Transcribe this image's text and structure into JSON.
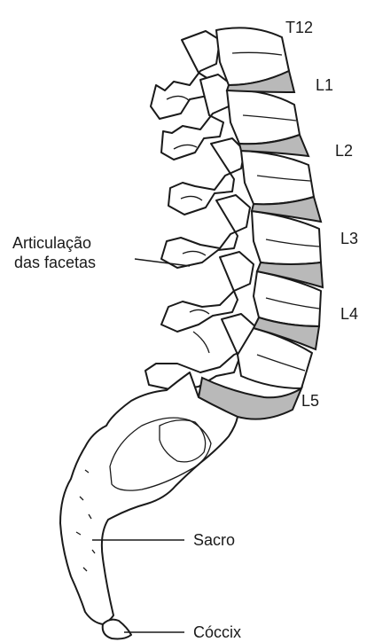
{
  "labels": {
    "t12": "T12",
    "l1": "L1",
    "l2": "L2",
    "l3": "L3",
    "l4": "L4",
    "l5": "L5",
    "facet_line1": "Articulação",
    "facet_line2": "das facetas",
    "sacrum": "Sacro",
    "coccyx": "Cóccix"
  },
  "colors": {
    "line": "#1a1a1a",
    "disc_fill": "#b9b9b9",
    "bone_fill": "#ffffff"
  }
}
